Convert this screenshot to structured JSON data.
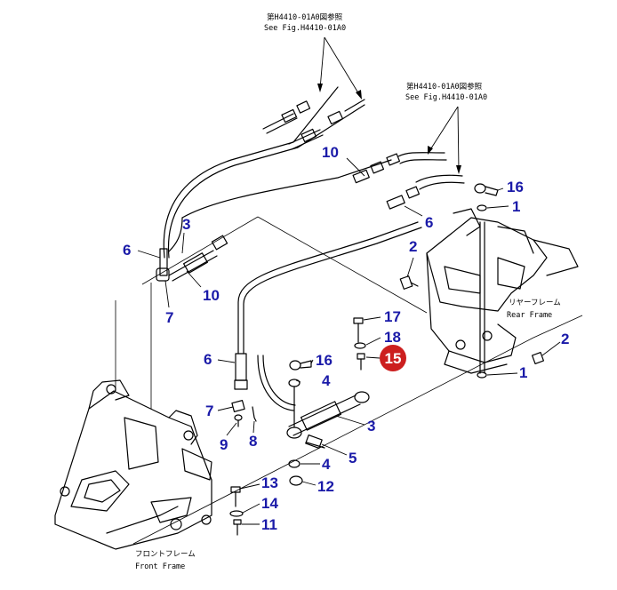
{
  "references": {
    "top": {
      "jp": "第H4410-01A0図参照",
      "en": "See Fig.H4410-01A0"
    },
    "right": {
      "jp": "第H4410-01A0図参照",
      "en": "See Fig.H4410-01A0"
    }
  },
  "frames": {
    "rear": {
      "jp": "リヤーフレーム",
      "en": "Rear Frame"
    },
    "front": {
      "jp": "フロントフレーム",
      "en": "Front Frame"
    }
  },
  "callouts": {
    "c10_top": "10",
    "c16_top": "16",
    "c1_top": "1",
    "c6_mid": "6",
    "c3_left": "3",
    "c6_left": "6",
    "c10_left": "10",
    "c7_left": "7",
    "c2_rear": "2",
    "c17": "17",
    "c18": "18",
    "c15": "15",
    "c16_mid": "16",
    "c4_mid": "4",
    "c6_lower": "6",
    "c7_lower": "7",
    "c9": "9",
    "c8": "8",
    "c3_lower": "3",
    "c5": "5",
    "c4_lower": "4",
    "c12": "12",
    "c2_right": "2",
    "c1_lower": "1",
    "c13": "13",
    "c14": "14",
    "c11": "11"
  },
  "highlight_color": "#cc1f1f",
  "callout_color": "#1a1aa8"
}
